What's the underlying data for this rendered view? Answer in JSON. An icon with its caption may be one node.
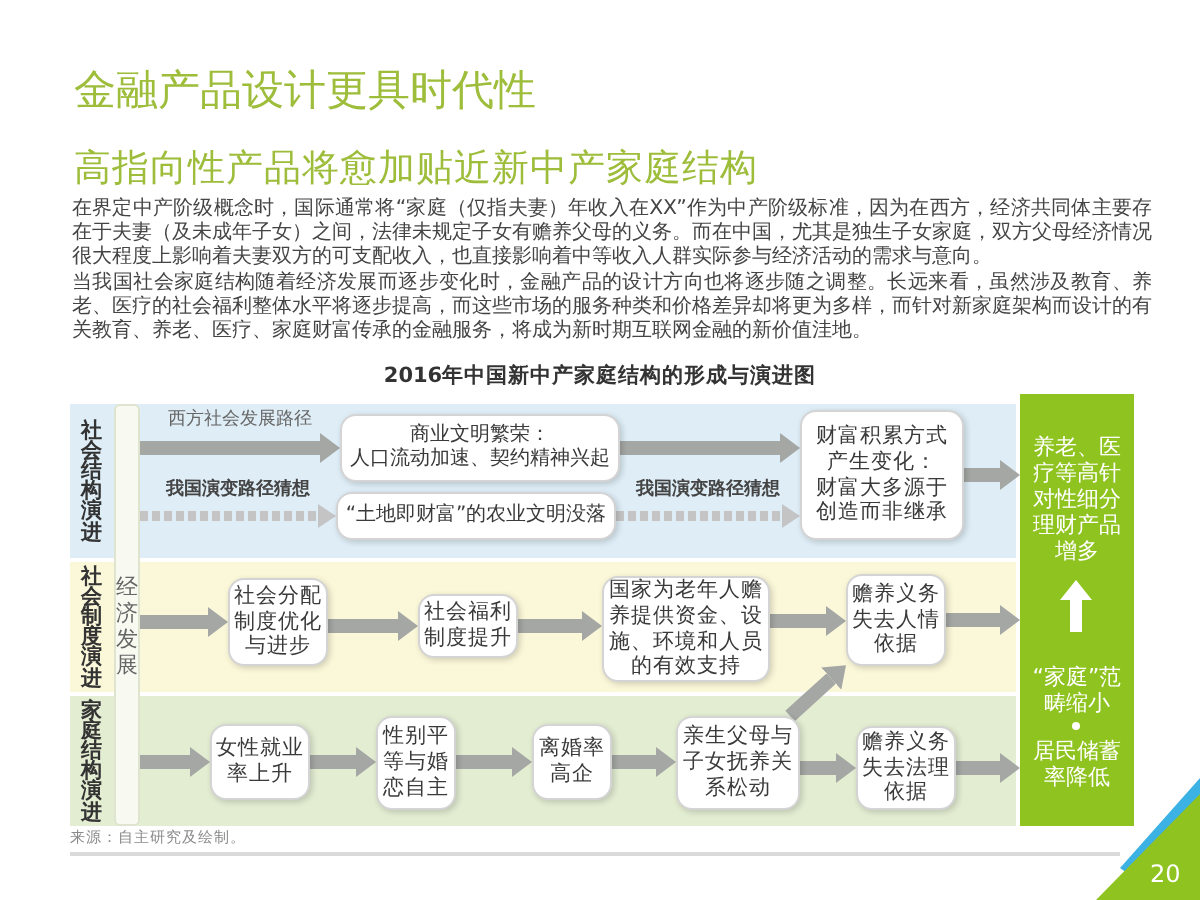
{
  "diagram": {
    "title": "金融产品设计更具时代性",
    "nodes": [
      {
        "text": [
          "社会结构演进"
        ]
      },
      {
        "text": [
          "经济发展"
        ]
      },
      {
        "text": [
          "商业文明繁荣：",
          "人口流动加速、契约精神兴起"
        ],
        "in": 0
      },
      {
        "text": [
          "“土地即财富”的农业文明没落"
        ],
        "in": 0
      },
      {
        "text": [
          "财富积累方式产生变化：",
          "财富大多源于创造而非继承"
        ],
        "in": 0
      },
      {
        "text": [
          "养老、医疗等高针对性细分理财产品增多",
          "“家庭”范畴缩小",
          "居民储蓄率降低"
        ]
      },
      {
        "text": [
          "社会制度演进"
        ]
      },
      {
        "text": [
          "社会分配制度优化与进步"
        ],
        "in": 6
      },
      {
        "text": [
          "社会福利制度提升"
        ],
        "in": 6
      },
      {
        "text": [
          "国家为老年人赡养提供资金、设施、环境和人员的有效支持"
        ],
        "in": 6
      },
      {
        "text": [
          "赡养义务失去人情依据"
        ],
        "in": 6
      },
      {
        "text": [
          "家庭结构演进"
        ]
      },
      {
        "text": [
          "女性就业率上升"
        ],
        "in": 11
      },
      {
        "text": [
          "性别平等与婚恋自主"
        ],
        "in": 11
      },
      {
        "text": [
          "离婚率高企"
        ],
        "in": 11
      },
      {
        "text": [
          "亲生父母与子女抚养关系松动"
        ],
        "in": 11
      },
      {
        "text": [
          "赡养义务失去法理依据"
        ],
        "in": 11
      }
    ],
    "edges": [
      {
        "from": 1,
        "to": 2,
        "arrow": "to",
        "label": "西方社会发展路径"
      },
      {
        "from": 1,
        "to": 3,
        "arrow": "to",
        "label": "我国演变路径猜想",
        "style": "dashed"
      },
      {
        "from": 2,
        "to": 4,
        "arrow": "to"
      },
      {
        "from": 3,
        "to": 4,
        "arrow": "to",
        "label": "我国演变路径猜想",
        "style": "dashed"
      },
      {
        "from": 4,
        "to": 5,
        "arrow": "to"
      },
      {
        "from": 1,
        "to": 7,
        "arrow": "to"
      },
      {
        "from": 7,
        "to": 8,
        "arrow": "to"
      },
      {
        "from": 8,
        "to": 9,
        "arrow": "to"
      },
      {
        "from": 9,
        "to": 10,
        "arrow": "to"
      },
      {
        "from": 10,
        "to": 5,
        "arrow": "to"
      },
      {
        "from": 1,
        "to": 12,
        "arrow": "to"
      },
      {
        "from": 12,
        "to": 13,
        "arrow": "to"
      },
      {
        "from": 13,
        "to": 14,
        "arrow": "to"
      },
      {
        "from": 14,
        "to": 15,
        "arrow": "to"
      },
      {
        "from": 15,
        "to": 16,
        "arrow": "to"
      },
      {
        "from": 16,
        "to": 5,
        "arrow": "to"
      },
      {
        "from": 15,
        "to": 10,
        "arrow": "to"
      }
    ],
    "labels": [
      "高指向性产品将愈加贴近新中产家庭结构",
      "在界定中产阶级概念时，国际通常将“家庭（仅指夫妻）年收入在XX”作为中产阶级标准，因为在西方，经济共同体主要存在于夫妻（及未成年子女）之间，法律未规定子女有赡养父母的义务。而在中国，尤其是独生子女家庭，双方父母经济情况很大程度上影响着夫妻双方的可支配收入，也直接影响着中等收入人群实际参与经济活动的需求与意向。",
      "当我国社会家庭结构随着经济发展而逐步变化时，金融产品的设计方向也将逐步随之调整。长远来看，虽然涉及教育、养老、医疗的社会福利整体水平将逐步提高，而这些市场的服务种类和价格差异却将更为多样，而针对新家庭架构而设计的有关教育、养老、医疗、家庭财富传承的金融服务，将成为新时期互联网金融的新价值洼地。",
      "2016年中国新中产家庭结构的形成与演进图",
      "来源：自主研究及绘制。",
      "20"
    ]
  }
}
